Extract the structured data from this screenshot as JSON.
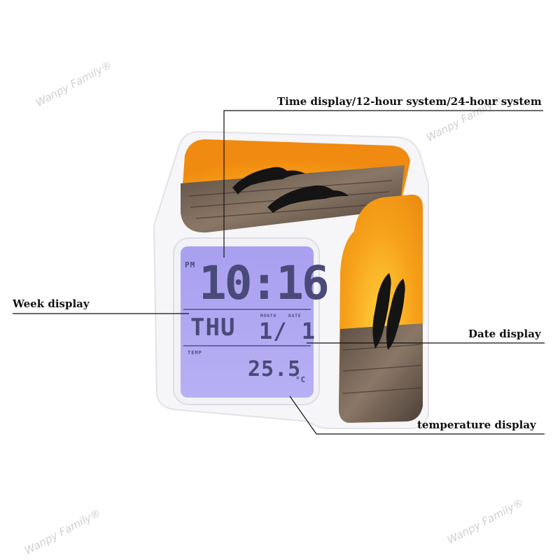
{
  "watermark": {
    "text": "Wanpy Family®"
  },
  "annotations": {
    "time_display": "Time display/12-hour system/24-hour system",
    "week_display": "Week display",
    "date_display": "Date display",
    "temperature_display": "temperature display"
  },
  "lcd": {
    "ampm": "PM",
    "time": "10:16",
    "weekday": "THU",
    "month_label": "MONTH",
    "date_label": "DATE",
    "date": "1/ 1",
    "temp_label": "TEMP",
    "temperature": "25.5",
    "unit": "°C",
    "backlight_color": "#a99ff0"
  },
  "product": {
    "body_color": "#f6f6f8",
    "sky_color": "#f59a16",
    "sun_color": "#ffd23a",
    "wood_color": "#6a5a4e",
    "icons": [
      "dolphin-icon",
      "dolphin-icon",
      "dolphin-icon"
    ]
  }
}
